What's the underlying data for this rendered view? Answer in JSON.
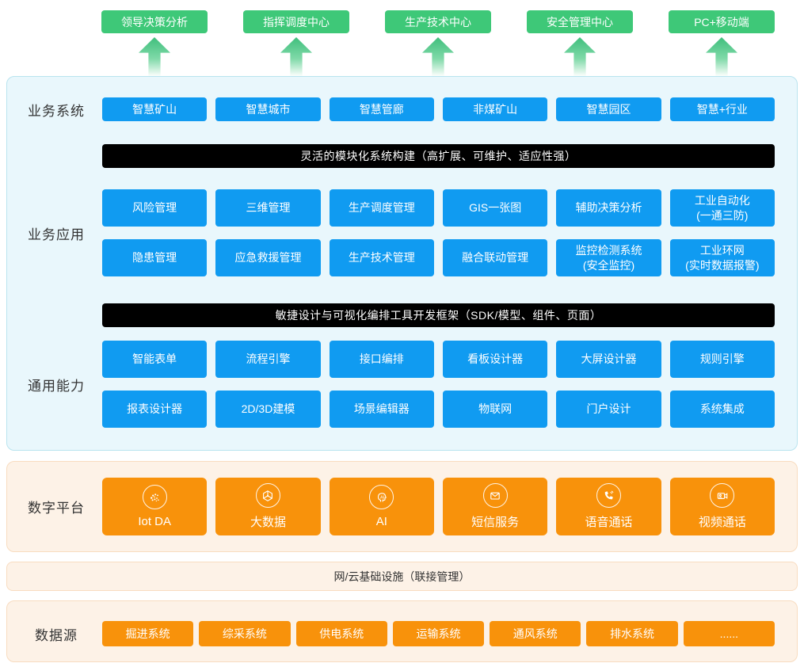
{
  "colors": {
    "green": "#3ec878",
    "blue": "#109bf1",
    "orange": "#f8920b",
    "banner_black": "#000000",
    "cyan_bg": "#e9f7fc",
    "cyan_border": "#b9e4ef",
    "peach_bg": "#fdf2e7",
    "peach_border": "#f8dcc0"
  },
  "top_row": {
    "items": [
      {
        "label": "领导决策分析"
      },
      {
        "label": "指挥调度中心"
      },
      {
        "label": "生产技术中心"
      },
      {
        "label": "安全管理中心"
      },
      {
        "label": "PC+移动端"
      }
    ]
  },
  "business_system": {
    "label": "业务系统",
    "items": [
      "智慧矿山",
      "智慧城市",
      "智慧管廊",
      "非煤矿山",
      "智慧园区",
      "智慧+行业"
    ]
  },
  "banner_flexible": "灵活的模块化系统构建（高扩展、可维护、适应性强）",
  "business_app": {
    "label": "业务应用",
    "row1": [
      "风险管理",
      "三维管理",
      "生产调度管理",
      "GIS一张图",
      "辅助决策分析",
      "工业自动化\n(一通三防)"
    ],
    "row2": [
      "隐患管理",
      "应急救援管理",
      "生产技术管理",
      "融合联动管理",
      "监控检测系统\n(安全监控)",
      "工业环网\n(实时数据报警)"
    ]
  },
  "banner_agile": "敏捷设计与可视化编排工具开发框架（SDK/模型、组件、页面）",
  "common_capability": {
    "label": "通用能力",
    "row1": [
      "智能表单",
      "流程引擎",
      "接口编排",
      "看板设计器",
      "大屏设计器",
      "规则引擎"
    ],
    "row2": [
      "报表设计器",
      "2D/3D建模",
      "场景编辑器",
      "物联网",
      "门户设计",
      "系统集成"
    ]
  },
  "digital_platform": {
    "label": "数字平台",
    "items": [
      {
        "label": "Iot DA",
        "icon": "iot-da-icon"
      },
      {
        "label": "大数据",
        "icon": "bigdata-icon"
      },
      {
        "label": "AI",
        "icon": "ai-icon"
      },
      {
        "label": "短信服务",
        "icon": "sms-icon"
      },
      {
        "label": "语音通话",
        "icon": "voice-call-icon"
      },
      {
        "label": "视频通话",
        "icon": "video-call-icon"
      }
    ]
  },
  "infrastructure_bar": "网/云基础设施（联接管理）",
  "data_source": {
    "label": "数据源",
    "items": [
      "掘进系统",
      "综采系统",
      "供电系统",
      "运输系统",
      "通风系统",
      "排水系统",
      "......"
    ]
  }
}
